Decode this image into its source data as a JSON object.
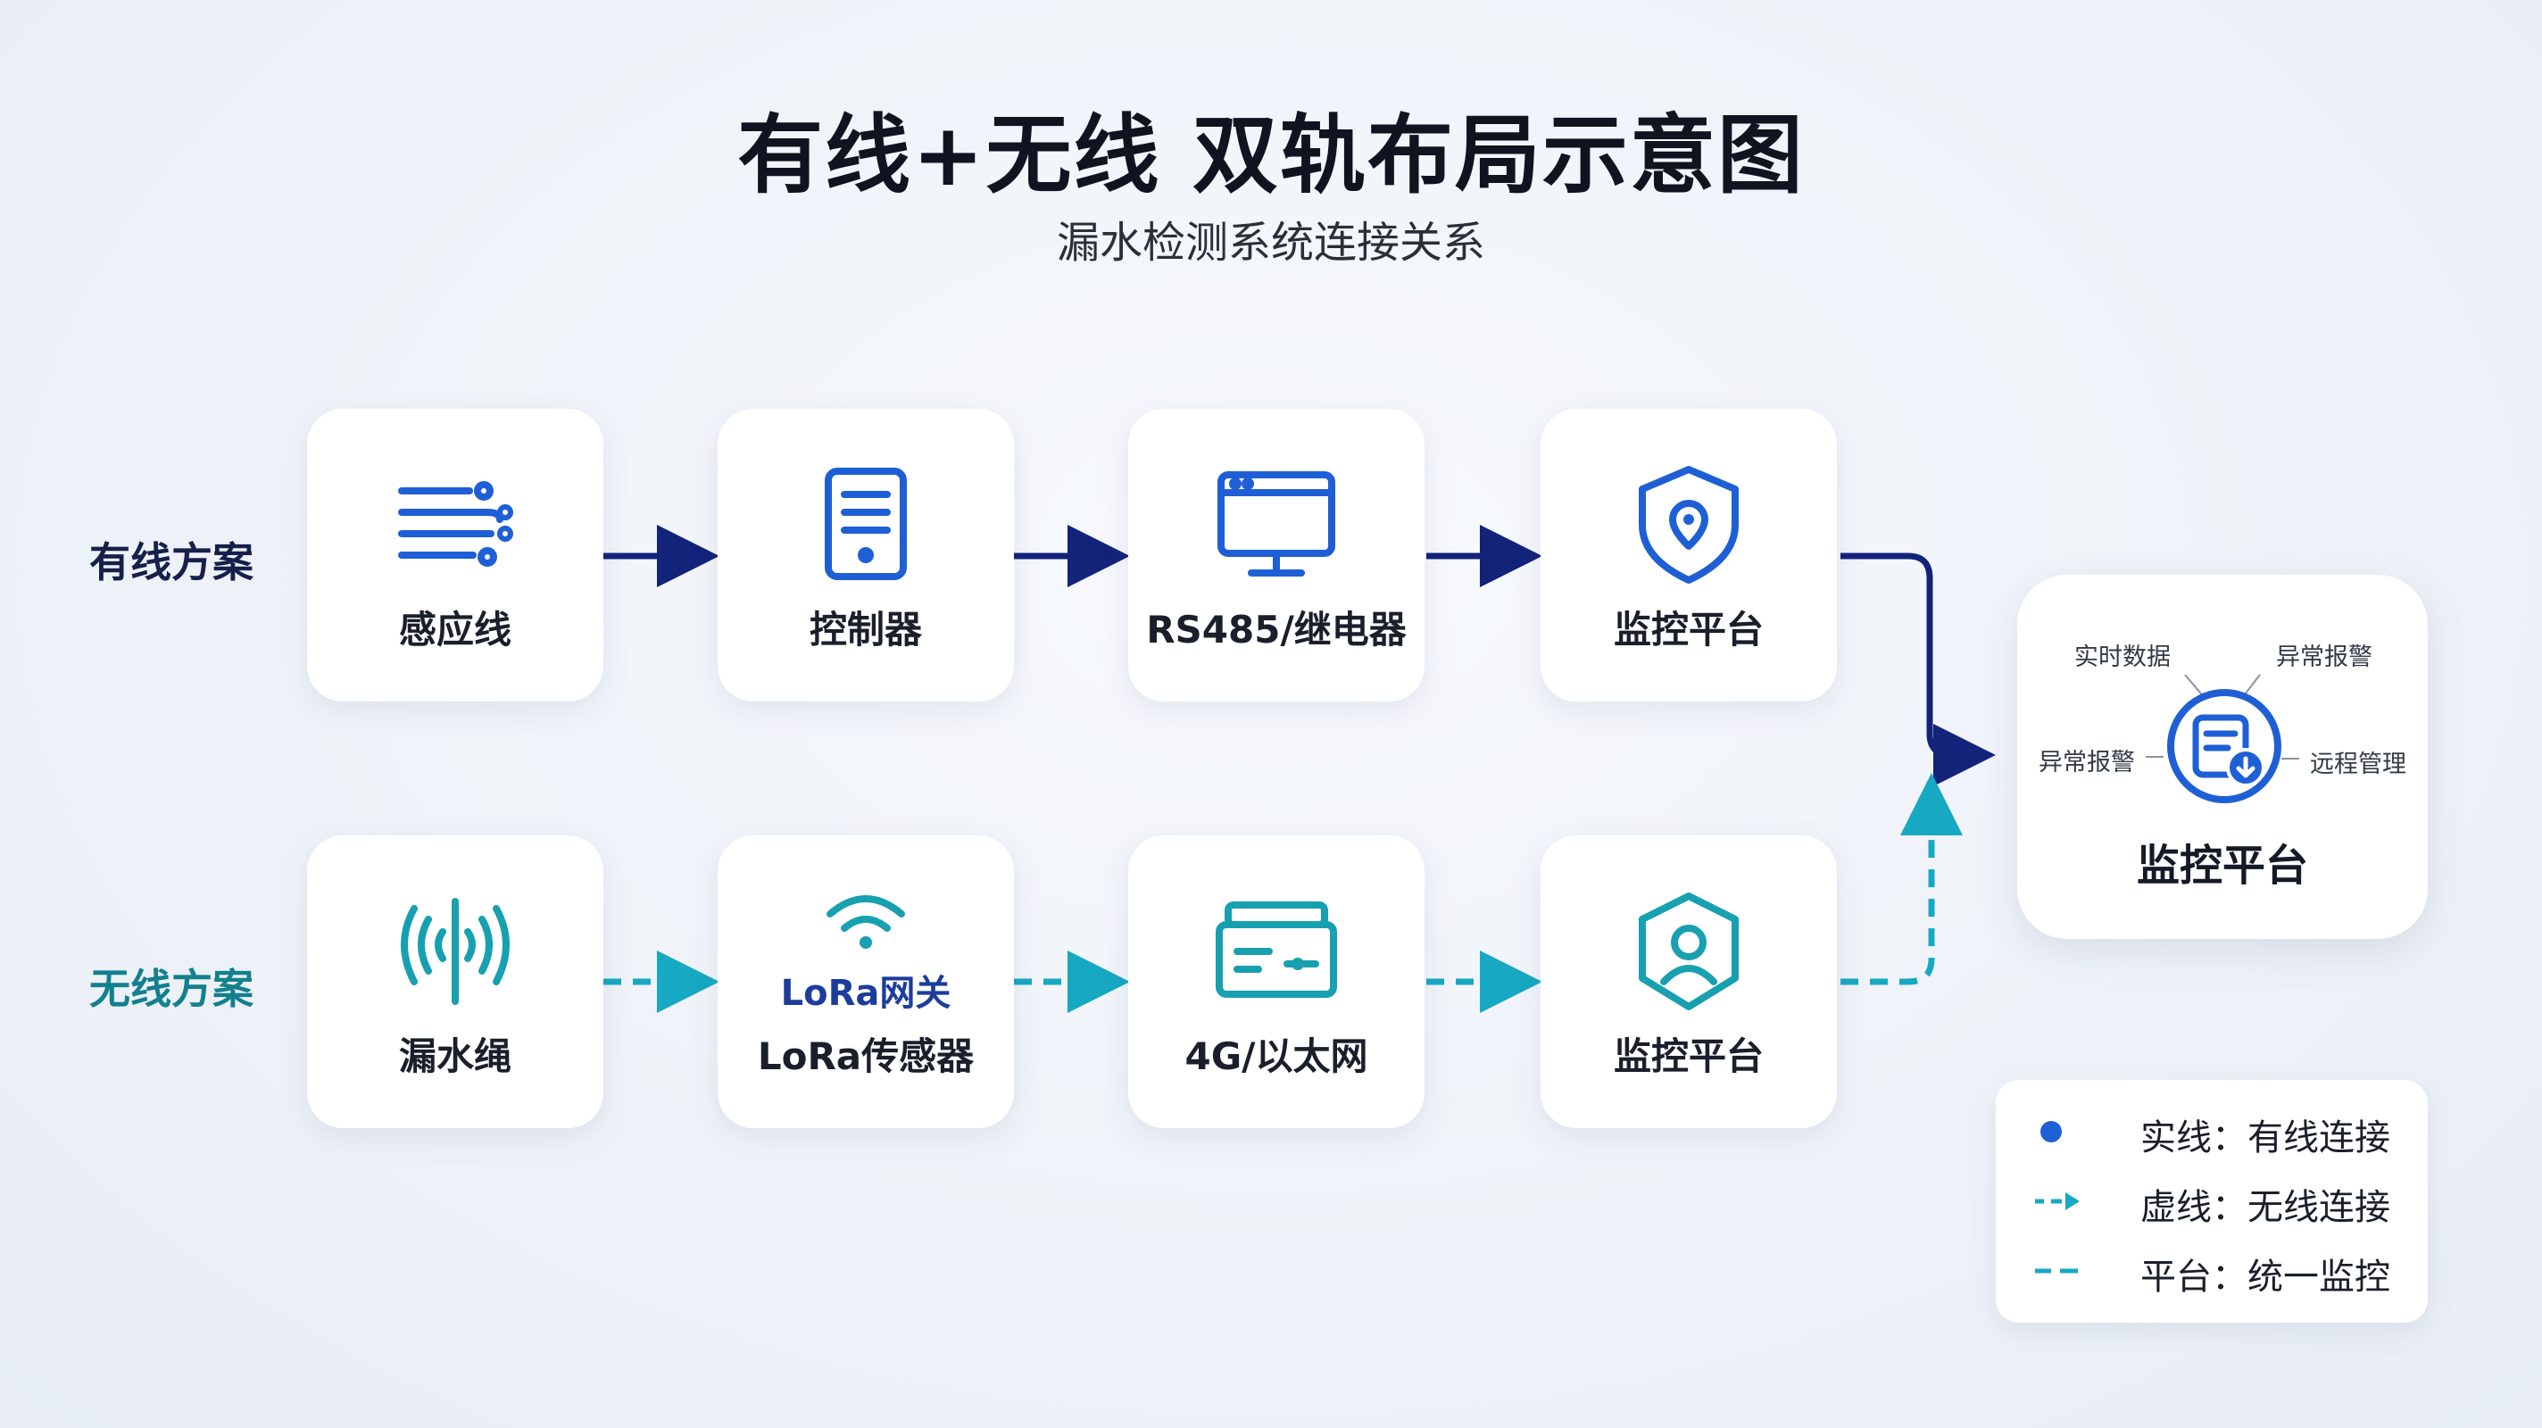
{
  "header": {
    "title": "有线+无线 双轨布局示意图",
    "subtitle": "漏水检测系统连接关系"
  },
  "rows": {
    "wired": {
      "label": "有线方案",
      "nodes": [
        {
          "label": "感应线",
          "icon": "sensing-wire-icon"
        },
        {
          "label": "控制器",
          "icon": "controller-icon"
        },
        {
          "label": "RS485/继电器",
          "icon": "monitor-icon"
        },
        {
          "label": "监控平台",
          "icon": "shield-location-icon"
        }
      ]
    },
    "wireless": {
      "label": "无线方案",
      "nodes": [
        {
          "label": "漏水绳",
          "icon": "signal-rope-icon"
        },
        {
          "label": "LoRa传感器",
          "sublabel": "LoRa网关",
          "icon": "wifi-icon"
        },
        {
          "label": "4G/以太网",
          "icon": "network-device-icon"
        },
        {
          "label": "监控平台",
          "icon": "shield-user-icon"
        }
      ]
    }
  },
  "platform": {
    "label": "监控平台",
    "features": [
      "实时数据",
      "异常报警",
      "异常报警",
      "远程管理"
    ],
    "icon": "platform-document-icon"
  },
  "legend": [
    {
      "marker": "dot",
      "text": "实线：有线连接"
    },
    {
      "marker": "dashed-arrow",
      "text": "虚线：无线连接"
    },
    {
      "marker": "dashed-line",
      "text": "平台：统一监控"
    }
  ],
  "colors": {
    "wired": "#13237a",
    "wireless": "#17a8c3",
    "icon_blue": "#1f5fd6",
    "icon_teal": "#17a0b0",
    "text": "#141a26"
  }
}
